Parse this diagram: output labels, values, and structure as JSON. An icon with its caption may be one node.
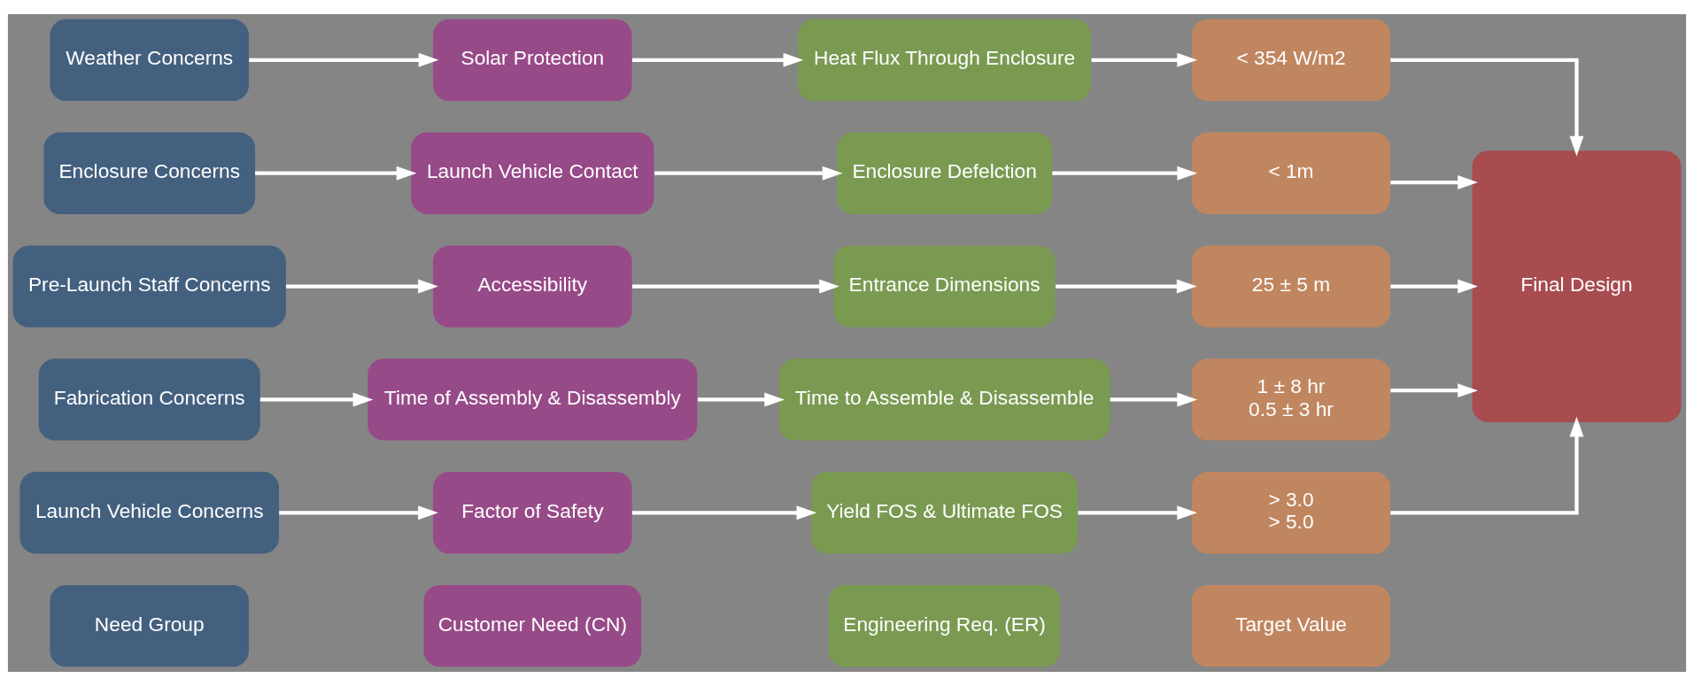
{
  "diagram": {
    "nodes": [
      {
        "text": [
          "Need Group"
        ]
      },
      {
        "text": [
          "Customer Need (CN)"
        ]
      },
      {
        "text": [
          "Engineering Req. (ER)"
        ]
      },
      {
        "text": [
          "Target Value"
        ]
      },
      {
        "text": [
          "Weather Concerns"
        ]
      },
      {
        "text": [
          "Solar Protection"
        ]
      },
      {
        "text": [
          "Heat Flux Through Enclosure"
        ]
      },
      {
        "text": [
          "< 354 W/m2"
        ]
      },
      {
        "text": [
          "Enclosure Concerns"
        ]
      },
      {
        "text": [
          "Launch Vehicle Contact"
        ]
      },
      {
        "text": [
          "Enclosure Defelction"
        ]
      },
      {
        "text": [
          "< 1m"
        ]
      },
      {
        "text": [
          "Pre-Launch Staff Concerns"
        ]
      },
      {
        "text": [
          "Accessibility"
        ]
      },
      {
        "text": [
          "Entrance Dimensions"
        ]
      },
      {
        "text": [
          "25 ± 5 m"
        ]
      },
      {
        "text": [
          "Fabrication Concerns"
        ]
      },
      {
        "text": [
          "Time of Assembly & Disassembly"
        ]
      },
      {
        "text": [
          "Time to Assemble & Disassemble"
        ]
      },
      {
        "text": [
          "1 ± 8 hr",
          "0.5 ± 3 hr"
        ]
      },
      {
        "text": [
          "Launch Vehicle Concerns"
        ]
      },
      {
        "text": [
          "Factor of Safety"
        ]
      },
      {
        "text": [
          "Yield FOS & Ultimate FOS"
        ]
      },
      {
        "text": [
          "> 3.0",
          "> 5.0"
        ]
      },
      {
        "text": [
          "Final Design"
        ]
      }
    ],
    "edges": [
      {
        "from": 4,
        "to": 5,
        "arrow": "to"
      },
      {
        "from": 5,
        "to": 6,
        "arrow": "to"
      },
      {
        "from": 6,
        "to": 7,
        "arrow": "to"
      },
      {
        "from": 8,
        "to": 9,
        "arrow": "to"
      },
      {
        "from": 9,
        "to": 10,
        "arrow": "to"
      },
      {
        "from": 10,
        "to": 11,
        "arrow": "to"
      },
      {
        "from": 12,
        "to": 13,
        "arrow": "to"
      },
      {
        "from": 13,
        "to": 14,
        "arrow": "to"
      },
      {
        "from": 14,
        "to": 15,
        "arrow": "to"
      },
      {
        "from": 16,
        "to": 17,
        "arrow": "to"
      },
      {
        "from": 17,
        "to": 18,
        "arrow": "to"
      },
      {
        "from": 18,
        "to": 19,
        "arrow": "to"
      },
      {
        "from": 20,
        "to": 21,
        "arrow": "to"
      },
      {
        "from": 21,
        "to": 22,
        "arrow": "to"
      },
      {
        "from": 22,
        "to": 23,
        "arrow": "to"
      },
      {
        "from": 7,
        "to": 24,
        "arrow": "to"
      },
      {
        "from": 11,
        "to": 24,
        "arrow": "to"
      },
      {
        "from": 15,
        "to": 24,
        "arrow": "to"
      },
      {
        "from": 19,
        "to": 24,
        "arrow": "to"
      },
      {
        "from": 23,
        "to": 24,
        "arrow": "to"
      }
    ]
  }
}
